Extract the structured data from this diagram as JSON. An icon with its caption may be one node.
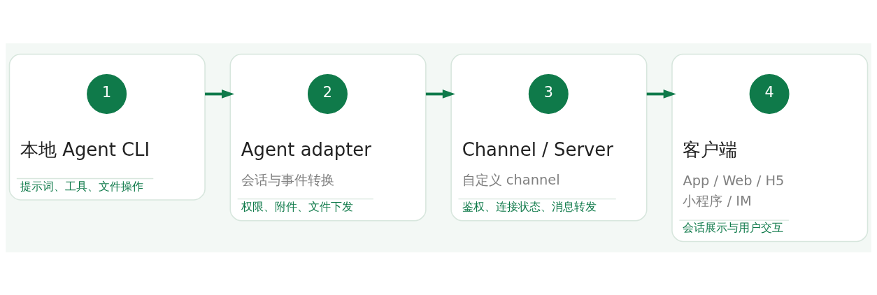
{
  "diagram": {
    "nodes": [
      {
        "text": [
          "本地 Agent CLI",
          "提示词、工具、文件操作"
        ]
      },
      {
        "text": [
          "1"
        ],
        "in": 0
      },
      {
        "text": [
          "Agent adapter",
          "会话与事件转换",
          "权限、附件、文件下发"
        ]
      },
      {
        "text": [
          "2"
        ],
        "in": 2
      },
      {
        "text": [
          "Channel / Server",
          "自定义 channel",
          "鉴权、连接状态、消息转发"
        ]
      },
      {
        "text": [
          "3"
        ],
        "in": 4
      },
      {
        "text": [
          "客户端",
          "App / Web / H5",
          "小程序 / IM",
          "会话展示与用户交互"
        ]
      },
      {
        "text": [
          "4"
        ],
        "in": 6
      }
    ],
    "edges": [
      {
        "from": 0,
        "to": 2,
        "arrow": "to"
      },
      {
        "from": 2,
        "to": 4,
        "arrow": "to"
      },
      {
        "from": 4,
        "to": 6,
        "arrow": "to"
      }
    ]
  }
}
